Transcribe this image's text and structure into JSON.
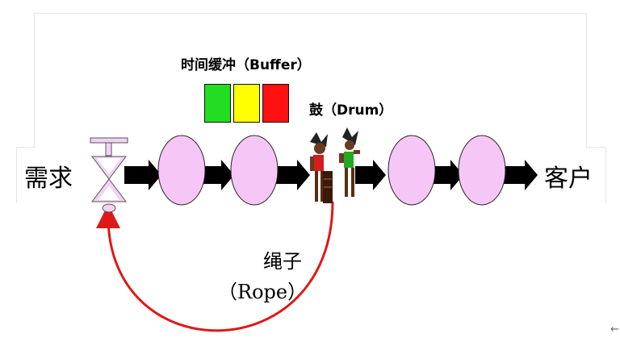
{
  "labels": {
    "buffer": "时间缓冲（Buffer）",
    "drum": "鼓（Drum）",
    "demand": "需求",
    "customer": "客户",
    "rope_line1": "绳子",
    "rope_line2": "（Rope）"
  },
  "colors": {
    "buffer_green": "#22dd22",
    "buffer_yellow": "#ffff00",
    "buffer_red": "#ff1111",
    "process_fill": "#f6c6f6",
    "rope": "#e01818",
    "flow_arrow": "#000000",
    "valve_fill": "#f2d2f2"
  },
  "icons": {
    "valve": "hourglass-valve-icon",
    "drummers": "drummers-icon",
    "nav": "left-arrow-icon"
  }
}
